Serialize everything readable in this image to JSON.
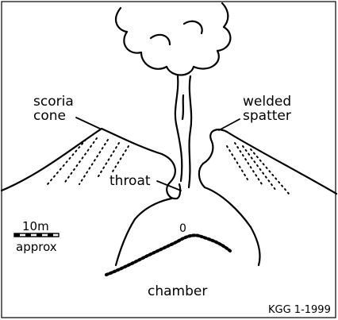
{
  "diagram": {
    "labels": {
      "scoria_cone_1": "scoria",
      "scoria_cone_2": "cone",
      "welded_spatter_1": "welded",
      "welded_spatter_2": "spatter",
      "throat": "throat",
      "scale_value": "10m",
      "scale_note": "approx",
      "zero_marker": "0",
      "chamber": "chamber",
      "credit": "KGG 1-1999"
    },
    "colors": {
      "ink": "#000000",
      "background": "#ffffff"
    }
  }
}
